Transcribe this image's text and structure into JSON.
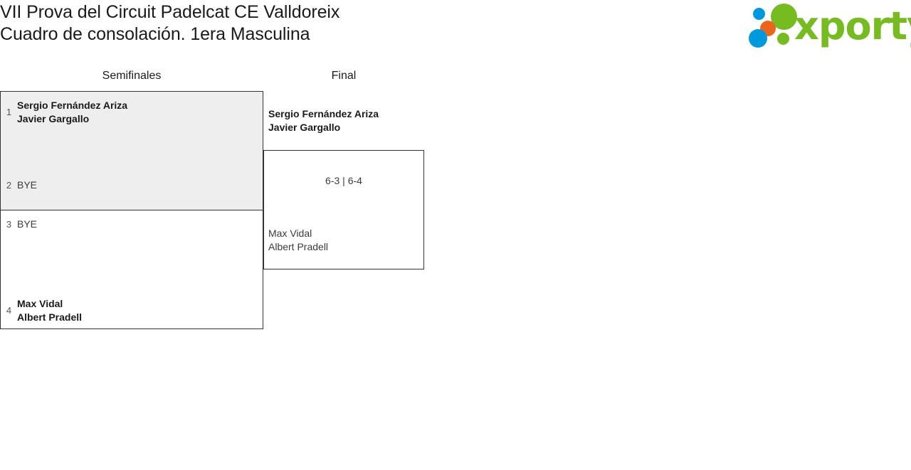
{
  "header": {
    "title_line_1": "VII Prova del Circuit Padelcat CE Valldoreix",
    "title_line_2": "Cuadro de consolación. 1era Masculina"
  },
  "logo": {
    "wordmark": "xporty",
    "colors": {
      "green": "#76bc21",
      "blue": "#0099dd",
      "orange": "#e8671c"
    }
  },
  "bracket": {
    "rounds": [
      {
        "label": "Semifinales"
      },
      {
        "label": "Final"
      }
    ],
    "matches": [
      {
        "round": "Semifinales",
        "highlighted": true,
        "top": {
          "seed": "1",
          "player_1": "Sergio Fernández Ariza",
          "player_2": "Javier Gargallo",
          "is_winner": true
        },
        "bottom": {
          "seed": "2",
          "player_1": "BYE",
          "player_2": "",
          "is_winner": false
        }
      },
      {
        "round": "Semifinales",
        "highlighted": false,
        "top": {
          "seed": "3",
          "player_1": "BYE",
          "player_2": "",
          "is_winner": false
        },
        "bottom": {
          "seed": "4",
          "player_1": "Max Vidal",
          "player_2": "Albert Pradell",
          "is_winner": true
        }
      }
    ],
    "final": {
      "round": "Final",
      "winner": {
        "player_1": "Sergio Fernández Ariza",
        "player_2": "Javier Gargallo"
      },
      "loser": {
        "player_1": "Max Vidal",
        "player_2": "Albert Pradell"
      },
      "score": "6-3 | 6-4"
    }
  }
}
